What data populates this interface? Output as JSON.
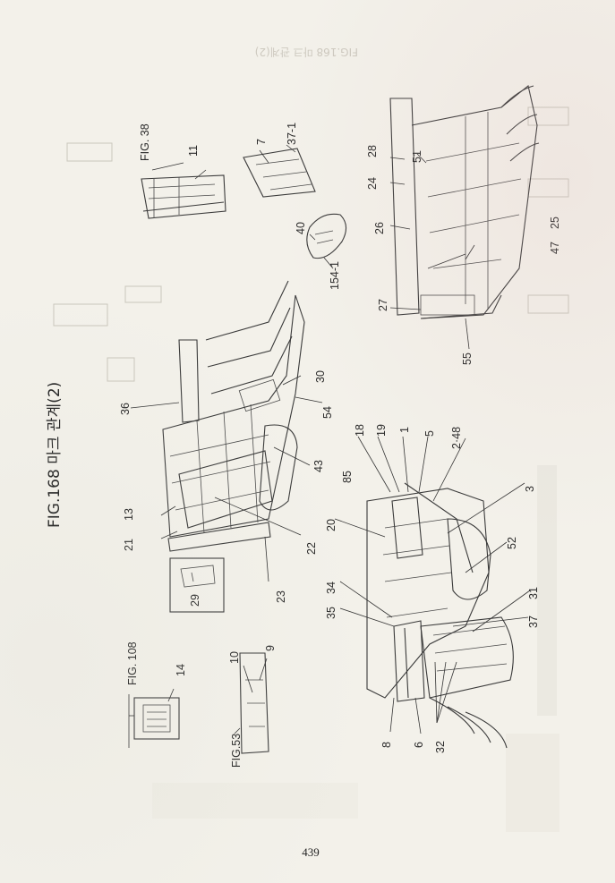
{
  "figure": {
    "title": "FIG.168 마크 관계(2)",
    "ghost_title": "FIG.168 마크 관계(2)"
  },
  "page_number": "439",
  "references": [
    {
      "id": "fig38",
      "text": "FIG. 38"
    },
    {
      "id": "fig108",
      "text": "FIG. 108"
    },
    {
      "id": "fig53",
      "text": "FIG.53"
    }
  ],
  "callouts": [
    {
      "id": "c11",
      "text": "11"
    },
    {
      "id": "c7",
      "text": "7"
    },
    {
      "id": "c37-1",
      "text": "37-1"
    },
    {
      "id": "c40",
      "text": "40"
    },
    {
      "id": "c154-1",
      "text": "154-1"
    },
    {
      "id": "c28",
      "text": "28"
    },
    {
      "id": "c24",
      "text": "24"
    },
    {
      "id": "c51",
      "text": "51"
    },
    {
      "id": "c26",
      "text": "26"
    },
    {
      "id": "c27",
      "text": "27"
    },
    {
      "id": "c47",
      "text": "47"
    },
    {
      "id": "c25",
      "text": "25"
    },
    {
      "id": "c55",
      "text": "55"
    },
    {
      "id": "c36",
      "text": "36"
    },
    {
      "id": "c30",
      "text": "30"
    },
    {
      "id": "c54",
      "text": "54"
    },
    {
      "id": "c43",
      "text": "43"
    },
    {
      "id": "c85",
      "text": "85"
    },
    {
      "id": "c13",
      "text": "13"
    },
    {
      "id": "c21",
      "text": "21"
    },
    {
      "id": "c22",
      "text": "22"
    },
    {
      "id": "c23",
      "text": "23"
    },
    {
      "id": "c29",
      "text": "29"
    },
    {
      "id": "c14",
      "text": "14"
    },
    {
      "id": "c10",
      "text": "10"
    },
    {
      "id": "c9",
      "text": "9"
    },
    {
      "id": "c18",
      "text": "18"
    },
    {
      "id": "c19",
      "text": "19"
    },
    {
      "id": "c1",
      "text": "1"
    },
    {
      "id": "c5",
      "text": "5"
    },
    {
      "id": "c2-48",
      "text": "2·48"
    },
    {
      "id": "c3",
      "text": "3"
    },
    {
      "id": "c20",
      "text": "20"
    },
    {
      "id": "c52",
      "text": "52"
    },
    {
      "id": "c34",
      "text": "34"
    },
    {
      "id": "c35",
      "text": "35"
    },
    {
      "id": "c31",
      "text": "31"
    },
    {
      "id": "c37",
      "text": "37"
    },
    {
      "id": "c8",
      "text": "8"
    },
    {
      "id": "c6",
      "text": "6"
    },
    {
      "id": "c32",
      "text": "32"
    }
  ]
}
